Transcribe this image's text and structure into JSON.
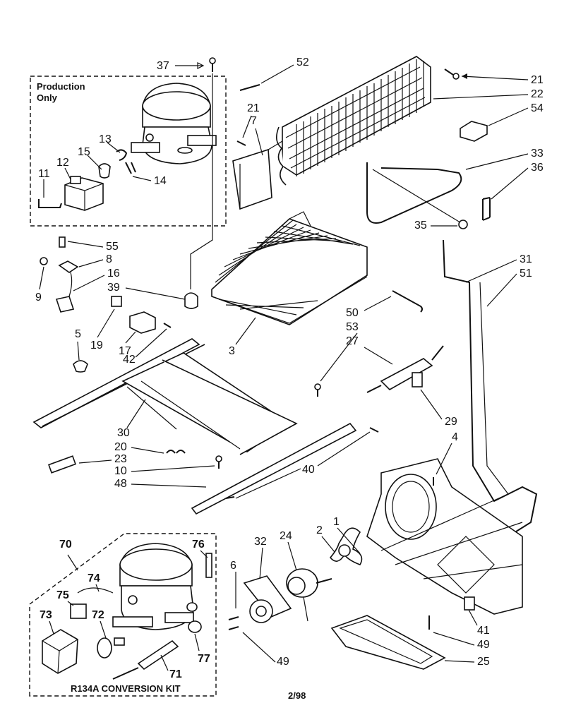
{
  "boxes": {
    "production_title_1": "Production",
    "production_title_2": "Only",
    "kit_title": "R134A CONVERSION KIT"
  },
  "footer": {
    "date": "2/98"
  },
  "callouts": {
    "c37": "37",
    "c52": "52",
    "c21a": "21",
    "c22": "22",
    "c54": "54",
    "c21b": "21",
    "c7": "7",
    "c33": "33",
    "c36": "36",
    "c35": "35",
    "c13": "13",
    "c15": "15",
    "c14": "14",
    "c12": "12",
    "c11": "11",
    "c55": "55",
    "c8": "8",
    "c16": "16",
    "c9": "9",
    "c39": "39",
    "c19": "19",
    "c17": "17",
    "c42": "42",
    "c5": "5",
    "c3": "3",
    "c50": "50",
    "c53": "53",
    "c27": "27",
    "c31": "31",
    "c51": "51",
    "c29": "29",
    "c4": "4",
    "c30": "30",
    "c20": "20",
    "c23": "23",
    "c10": "10",
    "c48": "48",
    "c40": "40",
    "c2": "2",
    "c1": "1",
    "c24": "24",
    "c32": "32",
    "c6": "6",
    "c70": "70",
    "c74": "74",
    "c75": "75",
    "c73": "73",
    "c72": "72",
    "c76": "76",
    "c71": "71",
    "c77": "77",
    "c49a": "49",
    "c49b": "49",
    "c41": "41",
    "c25": "25"
  }
}
